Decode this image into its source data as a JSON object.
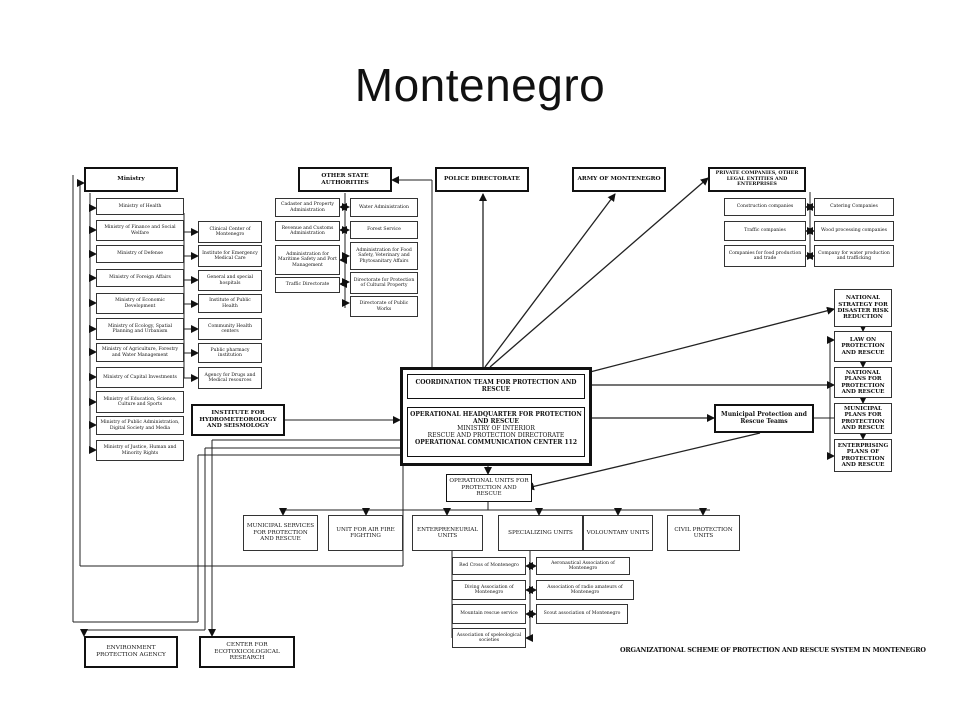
{
  "title": "Montenegro",
  "footer": "ORGANIZATIONAL SCHEME OF PROTECTION AND RESCUE SYSTEM IN MONTENEGRO",
  "top": {
    "ministry": "Ministry",
    "other_state": "OTHER STATE AUTHORITIES",
    "police": "POLICE DIRECTORATE",
    "army": "ARMY OF MONTENEGRO",
    "private": "PRIVATE COMPANIES, OTHER LEGAL ENTITIES AND ENTERPRISES"
  },
  "ministries": [
    "Ministry of Health",
    "Ministry of Finance and Social Welfare",
    "Ministry of Defense",
    "Ministry of Foreign Affairs",
    "Ministry of Economic Development",
    "Ministry of Ecology, Spatial Planning and Urbanism",
    "Ministry of Agriculture, Forestry and Water Management",
    "Ministry of Capital Investments",
    "Ministry of Education, Science, Culture and Sports",
    "Ministry of Public Administration, Digital Society and Media",
    "Ministry of Justice, Human and Minority Rights"
  ],
  "health_units": [
    "Clinical Center of Montenegro",
    "Institute for Emergency Medical Care",
    "General and special hospitals",
    "Institute of Public Health",
    "Community Health centers",
    "Public pharmacy institution",
    "Agency for Drugs and Medical resources"
  ],
  "state_left": [
    "Cadaster and Property Administration",
    "Revenue and Customs Administration",
    "Administration for Maritime Safety and Port Management",
    "Traffic Directorate"
  ],
  "state_right": [
    "Water Administration",
    "Forest Service",
    "Administration for Food Safety, Veterinary and Phytosanitary Affairs",
    "Directorate for Protection of Cultural Property",
    "Directorate of Public Works"
  ],
  "companies_left": [
    "Construction companies",
    "Traffic companies",
    "Companies for food production and trade"
  ],
  "companies_right": [
    "Catering Companies",
    "Wood processing companies",
    "Company for water production and trafficking"
  ],
  "plans": [
    "NATIONAL STRATEGY FOR DISASTER RISK REDUCTION",
    "LAW ON PROTECTION AND RESCUE",
    "NATIONAL PLANS FOR PROTECTION AND RESCUE",
    "MUNICIPAL PLANS FOR PROTECTION AND RESCUE",
    "ENTERPRISING PLANS OF PROTECTION AND RESCUE"
  ],
  "center": {
    "coordination": "COORDINATION TEAM FOR PROTECTION AND RESCUE",
    "hq": "OPERATIONAL HEADQUARTER FOR PROTECTION AND RESCUE",
    "ministry": "MINISTRY OF INTERIOR",
    "directorate": "RESCUE AND PROTECTION DIRECTORATE",
    "center112": "OPERATIONAL COMMUNICATION CENTER 112"
  },
  "institute": "INSTITUTE FOR HYDROMETEOROLOGY AND SEISMOLOGY",
  "municipal_teams": "Municipal Protection and Rescue Teams",
  "operational_units": "OPERATIONAL UNITS FOR PROTECTION AND RESCUE",
  "units": [
    "MUNICIPAL SERVICES FOR PROTECTION AND RESCUE",
    "UNIT FOR AIR FIRE FIGHTING",
    "ENTERPRENEURIAL UNITS",
    "SPECIALIZING UNITS",
    "VOLOUNTARY UNITS",
    "CIVIL PROTECTION UNITS"
  ],
  "associations_left": [
    "Red Cross of Montenegro",
    "Diving Association of Montenegro",
    "Mountain rescue service",
    "Association of speleological societies"
  ],
  "associations_right": [
    "Aeronautical Association of Montenegro",
    "Association of radio amateurs of Montenegro",
    "Scout association of Montenegro"
  ],
  "bottom": {
    "env": "ENVIRONMENT PROTECTION AGENCY",
    "eco": "CENTER FOR ECOTOXICOLOGICAL RESEARCH"
  }
}
